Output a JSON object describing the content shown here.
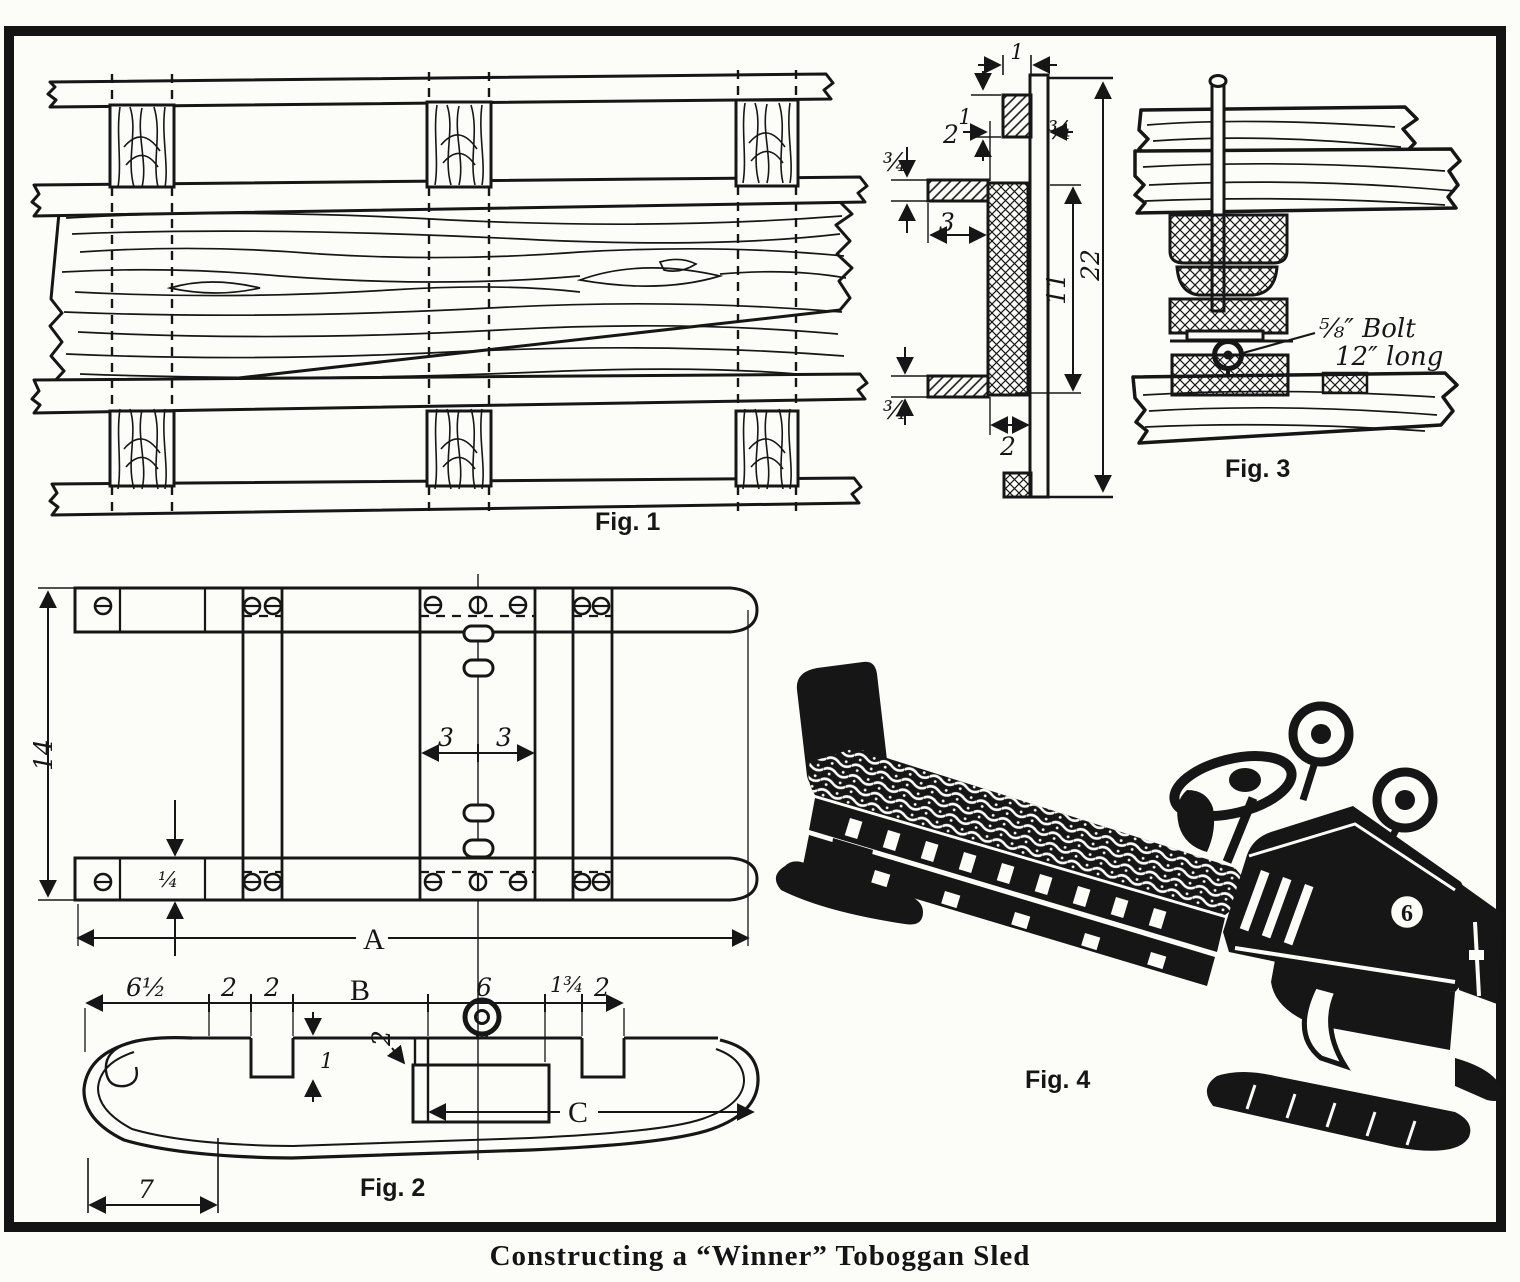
{
  "page_title": "Constructing a “Winner” Toboggan Sled",
  "figures": {
    "fig1": {
      "caption": "Fig. 1"
    },
    "fig2": {
      "caption": "Fig. 2",
      "dims": {
        "frame_width": "14",
        "rail_thickness": "¼",
        "slot_left": "3",
        "slot_right": "3",
        "overall_length": "A",
        "nose_to_first": "6½",
        "notch1": "2",
        "notch2": "2",
        "mid_span": "B",
        "block_length": "6",
        "gap": "1¾",
        "rear_notch": "2",
        "notch_depth": "1",
        "block_height": "2",
        "rear_span": "C",
        "nose_length": "7"
      }
    },
    "fig3": {
      "caption": "Fig. 3",
      "bolt_note": {
        "line1": "⅝″ Bolt",
        "line2": "12″ long"
      }
    },
    "fig4": {
      "caption": "Fig. 4",
      "emblem": "6"
    },
    "cross_section": {
      "dims": {
        "cleat_width": "1",
        "cleat_height": "1",
        "post_width": "2",
        "board_thickness": "¾",
        "shelf_thickness": "¾",
        "shelf_depth": "3",
        "post_height": "11",
        "board_length": "22",
        "lower_shelf_thickness": "¾",
        "lower_width": "2"
      }
    }
  },
  "colors": {
    "ink": "#161616",
    "paper": "#fcfcf9"
  }
}
